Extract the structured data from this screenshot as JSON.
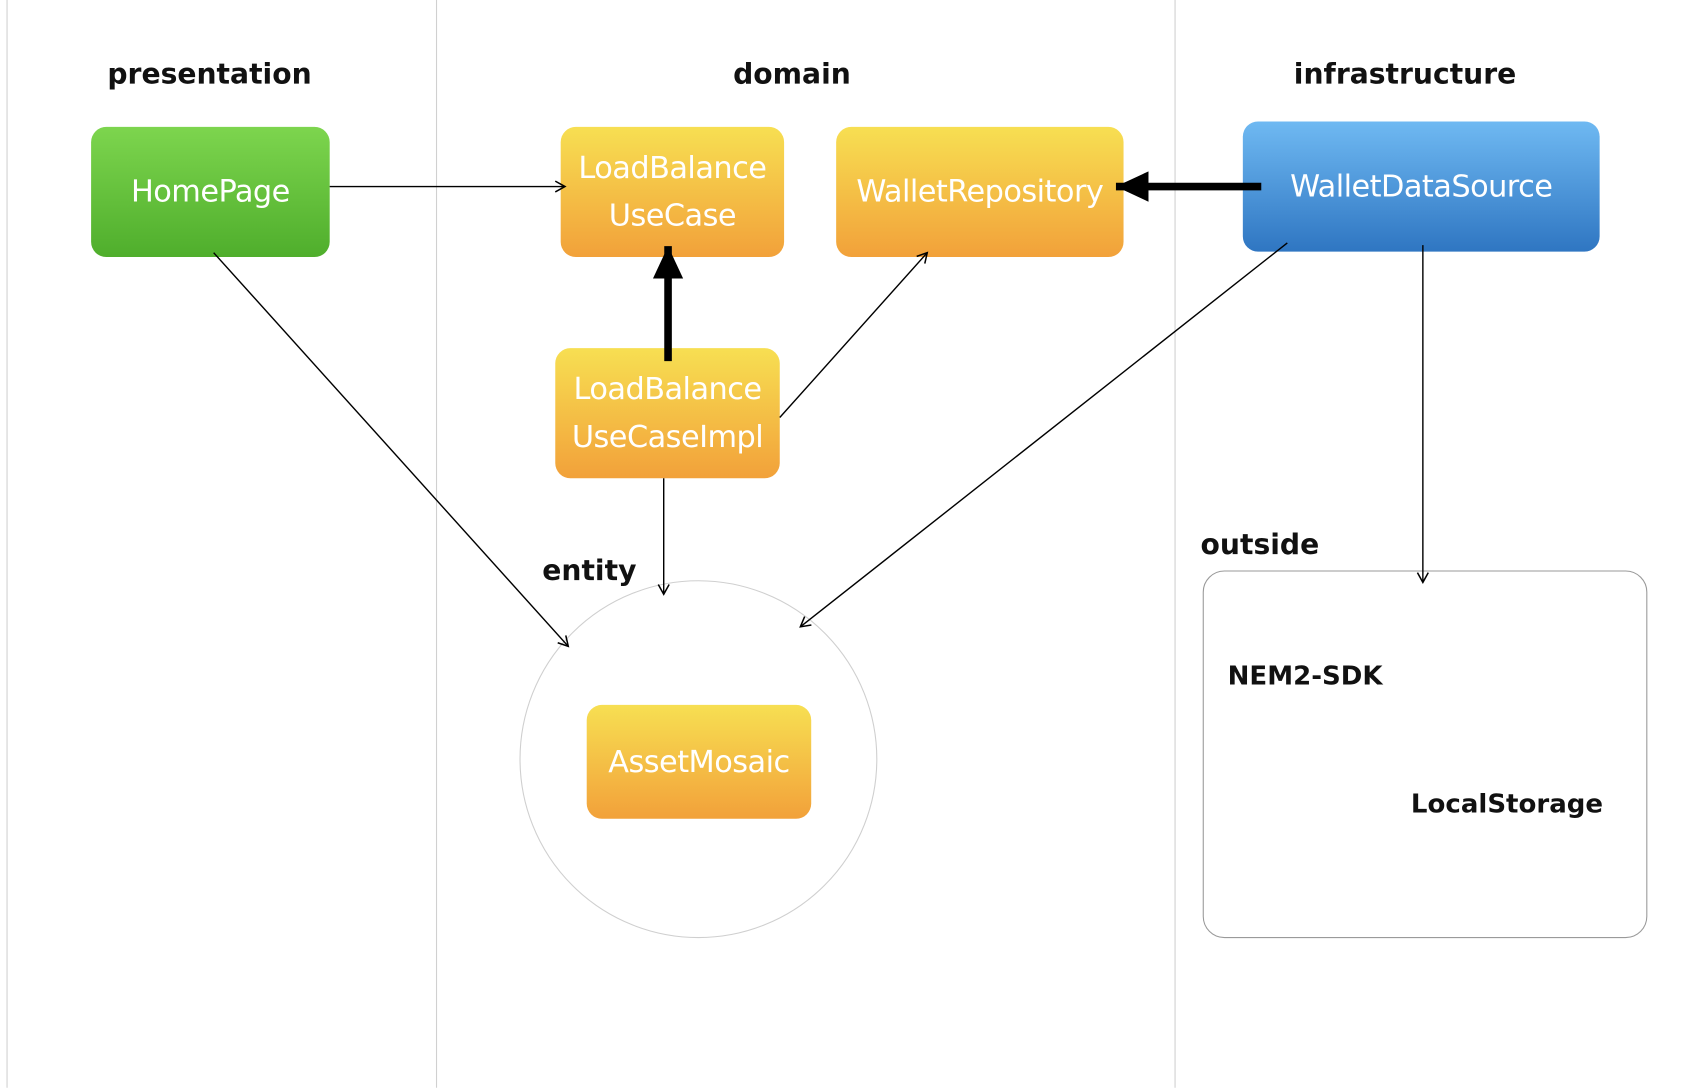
{
  "headings": {
    "presentation": "presentation",
    "domain": "domain",
    "infrastructure": "infrastructure",
    "entity": "entity",
    "outside": "outside"
  },
  "nodes": {
    "home_page": [
      "HomePage"
    ],
    "load_balance_use_case": [
      "LoadBalance",
      "UseCase"
    ],
    "wallet_repository": [
      "WalletRepository"
    ],
    "wallet_data_source": [
      "WalletDataSource"
    ],
    "load_balance_use_case_impl": [
      "LoadBalance",
      "UseCaseImpl"
    ],
    "asset_mosaic": [
      "AssetMosaic"
    ]
  },
  "outside_items": {
    "nem2_sdk": "NEM2-SDK",
    "local_storage": "LocalStorage"
  },
  "colors": {
    "presentation_node": "#5cbf36",
    "domain_node": "#f4c045",
    "infrastructure_node": "#3f8fd8",
    "arrow": "#000000"
  }
}
